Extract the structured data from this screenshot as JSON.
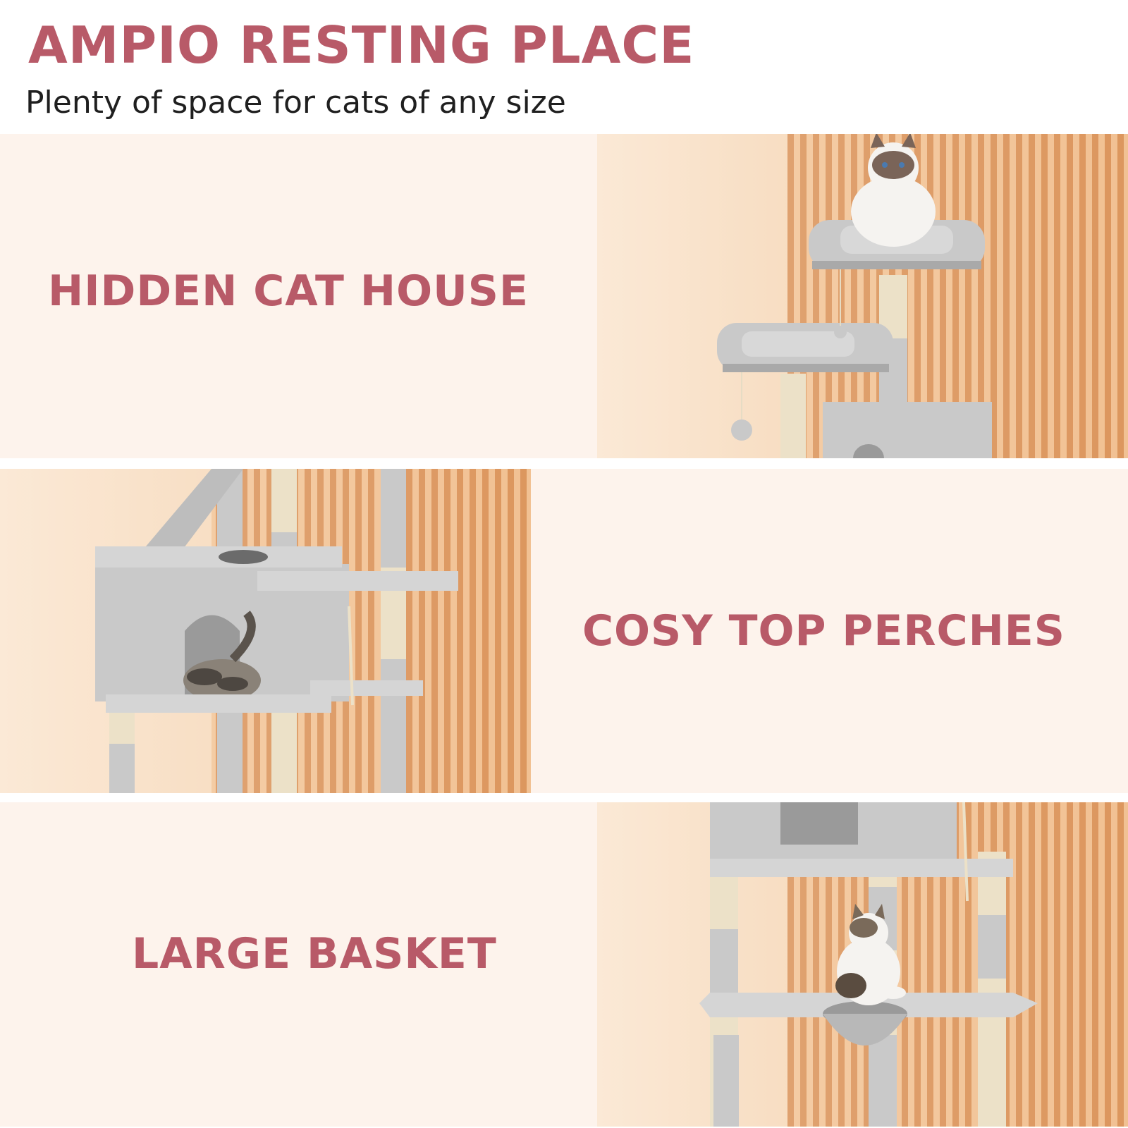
{
  "header": {
    "title": "AMPIO RESTING PLACE",
    "subtitle": "Plenty of space for cats of any size"
  },
  "features": [
    {
      "label": "HIDDEN CAT HOUSE"
    },
    {
      "label": "COSY TOP PERCHES"
    },
    {
      "label": "LARGE BASKET"
    }
  ],
  "colors": {
    "accent": "#b85a68",
    "panel_background": "#fdf3ec",
    "blind": "#d89a5e",
    "plush_grey": "#c9c9c9",
    "sisal": "#ece1c8"
  }
}
